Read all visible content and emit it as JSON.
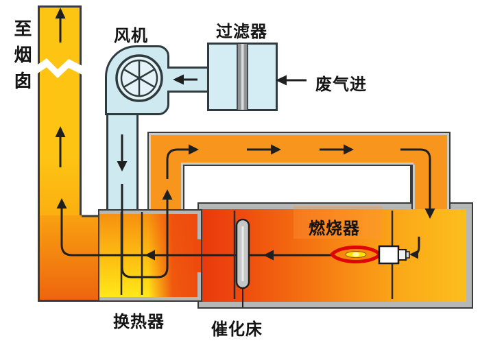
{
  "diagram": {
    "type": "catalytic-combustion-waste-gas-treatment-schematic",
    "labels": {
      "to_chimney": "至烟囱",
      "fan": "风机",
      "filter": "过滤器",
      "waste_gas_in": "废气进",
      "burner": "燃烧器",
      "heat_exchanger": "换热器",
      "catalytic_bed": "催化床"
    },
    "colors": {
      "chimney_duct_yellow": "#fdc413",
      "loop_duct_orange": "#f8951d",
      "chamber_red": "#e8380d",
      "chamber_yellow": "#fcc01d",
      "equipment_light_blue": "#cfe9f0",
      "flame_red": "#dd0505",
      "flame_core_yellow": "#ffe10a",
      "border_dark": "#3a3a3a",
      "border_gray": "#b5b8b7",
      "flow_line": "#1f1f1f"
    }
  }
}
